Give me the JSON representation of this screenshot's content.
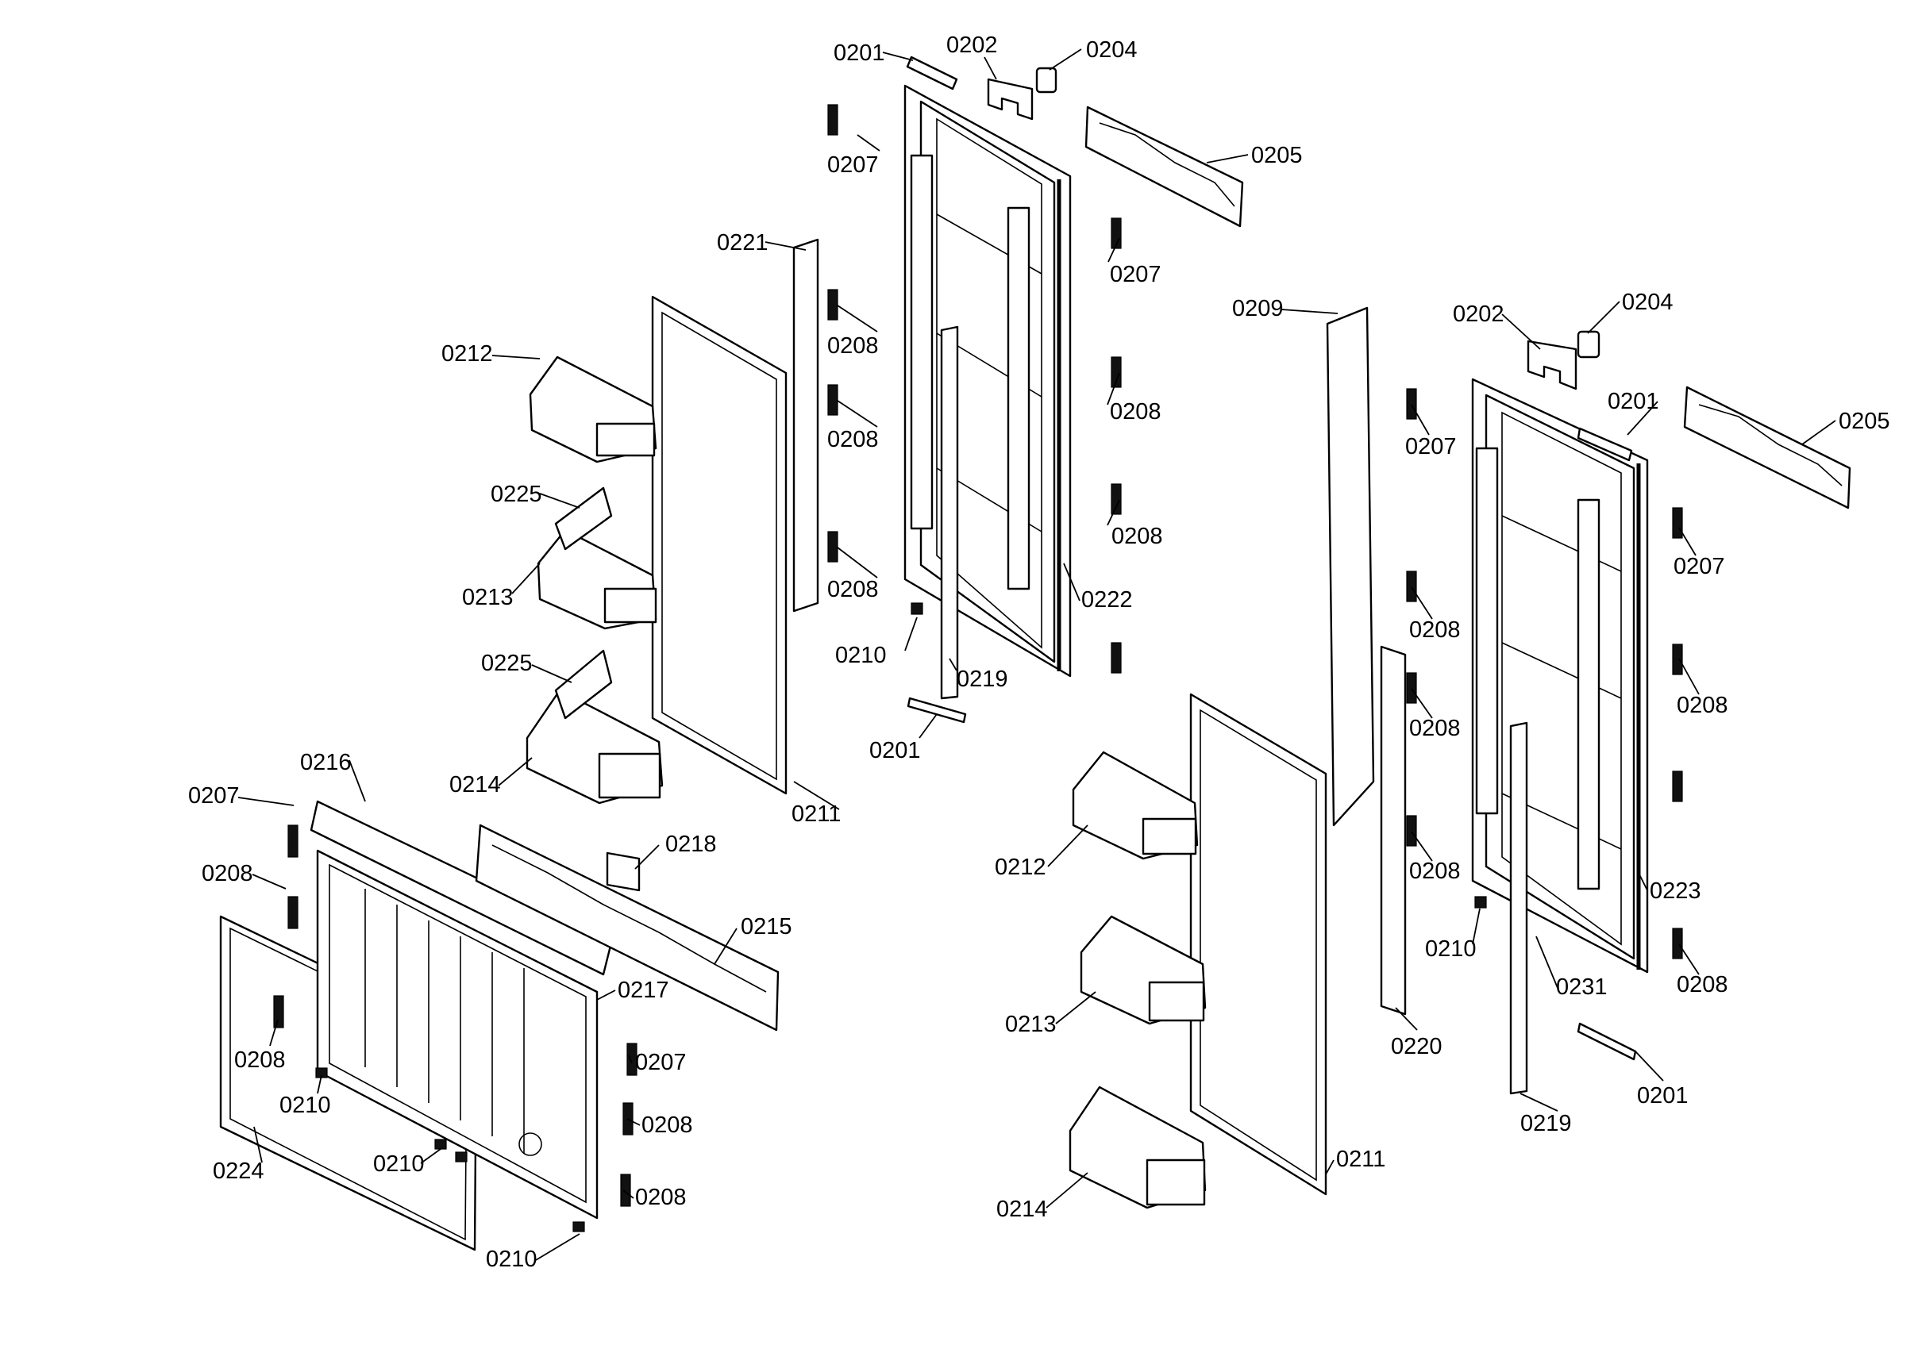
{
  "diagram": {
    "callouts": [
      "0201",
      "0202",
      "0204",
      "0205",
      "0207",
      "0207",
      "0208",
      "0208",
      "0208",
      "0208",
      "0208",
      "0210",
      "0219",
      "0201",
      "0221",
      "0212",
      "0225",
      "0213",
      "0225",
      "0214",
      "0211",
      "0222",
      "0216",
      "0207",
      "0208",
      "0208",
      "0210",
      "0224",
      "0210",
      "0210",
      "0218",
      "0215",
      "0217",
      "0207",
      "0208",
      "0208",
      "0209",
      "0202",
      "0204",
      "0201",
      "0205",
      "0207",
      "0207",
      "0208",
      "0208",
      "0208",
      "0208",
      "0210",
      "0223",
      "0208",
      "0231",
      "0219",
      "0201",
      "0212",
      "0213",
      "0214",
      "0211",
      "0220"
    ]
  }
}
